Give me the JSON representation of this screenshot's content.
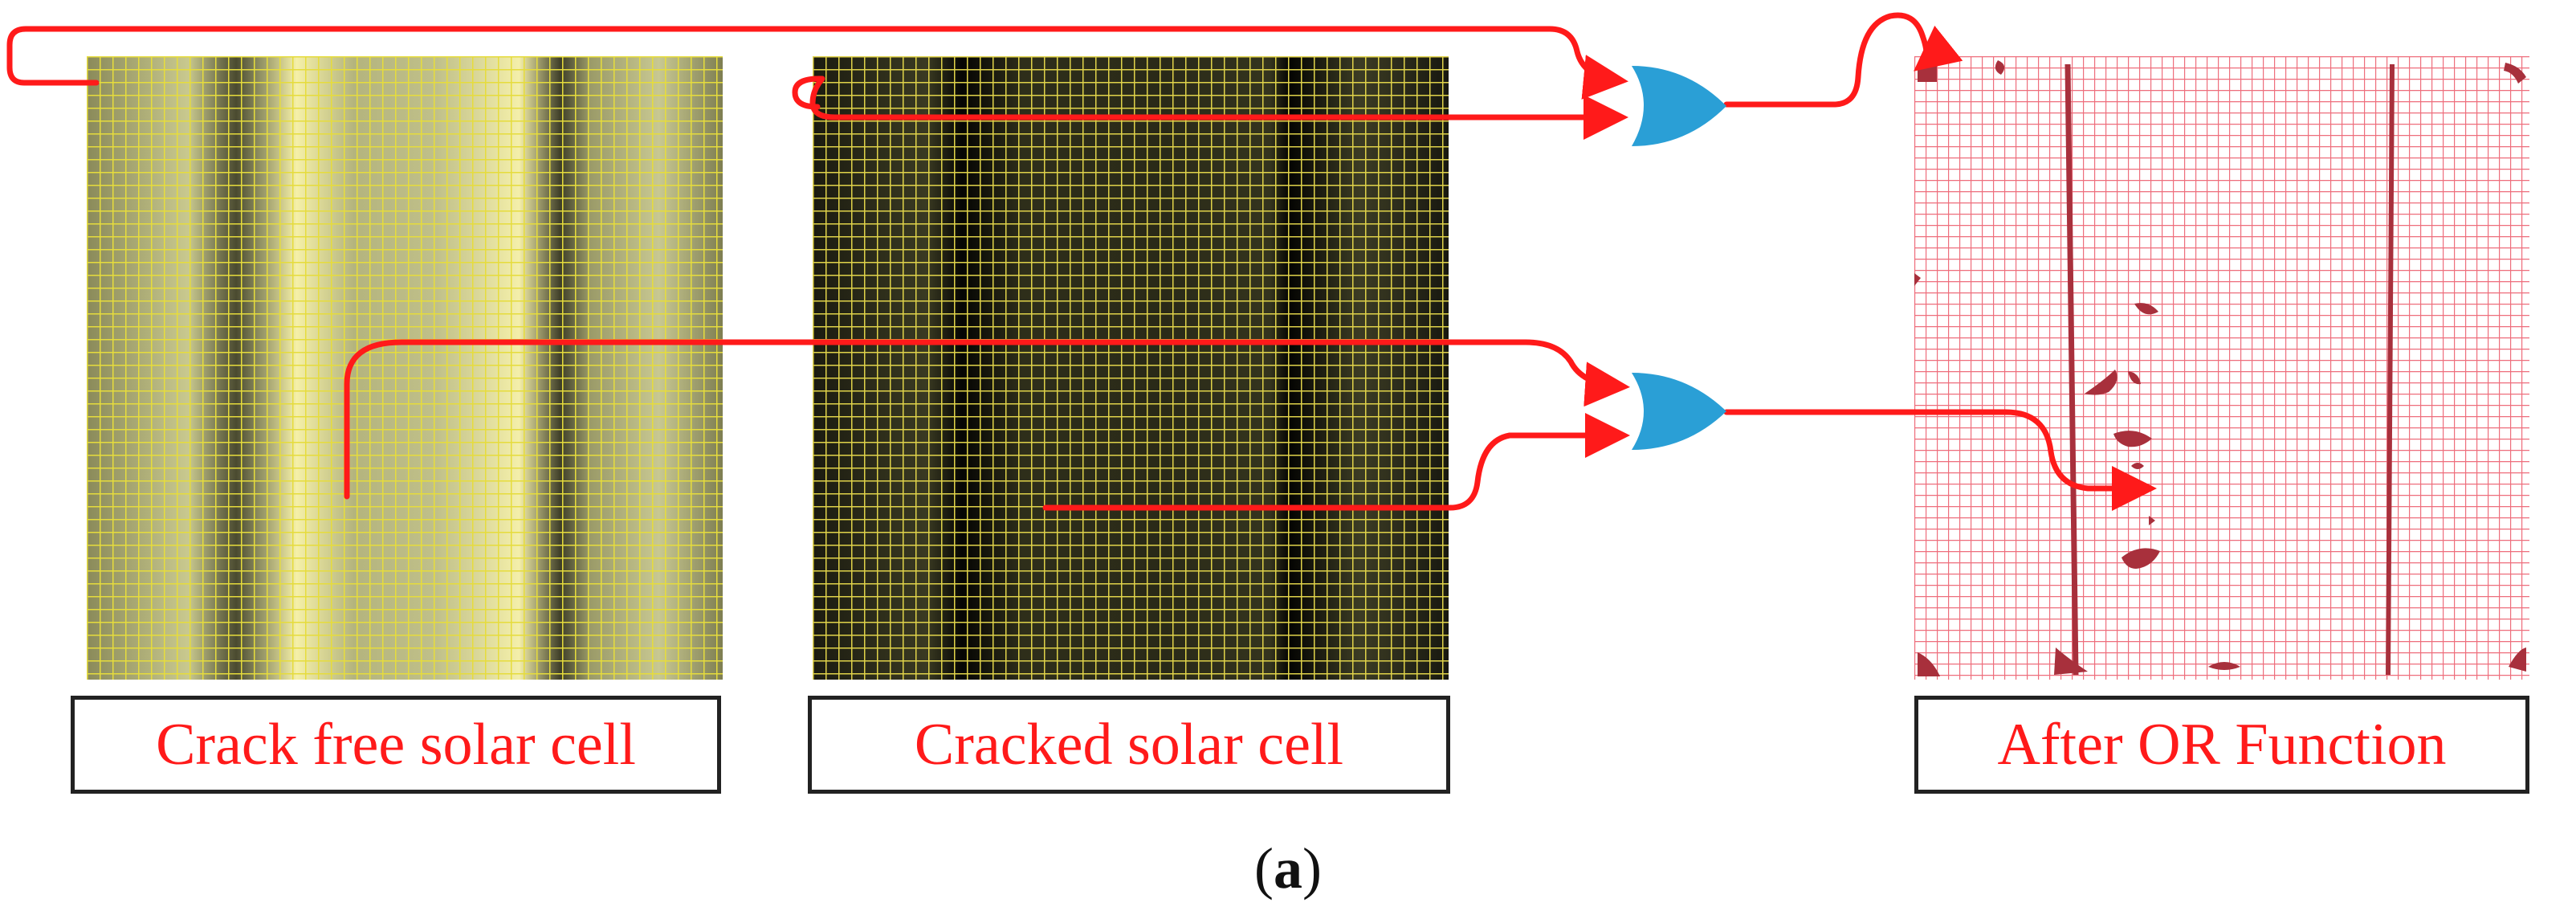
{
  "panels": [
    {
      "id": "crack-free",
      "label": "Crack free solar cell"
    },
    {
      "id": "cracked",
      "label": "Cracked solar cell"
    },
    {
      "id": "result",
      "label": "After OR Function"
    }
  ],
  "caption": {
    "open": "(",
    "letter": "a",
    "close": ")"
  },
  "colors": {
    "arrow": "#ff1a1a",
    "gate": "#2a9fd6",
    "label_text": "#ff1a1a",
    "crack_free_grid": "#e6dc3c",
    "cracked_grid": "#e0d34a",
    "result_grid": "#ee6e7c"
  },
  "gates": [
    {
      "type": "OR",
      "inputs": [
        "crack-free",
        "cracked"
      ],
      "output": "result"
    },
    {
      "type": "OR",
      "inputs": [
        "crack-free",
        "cracked"
      ],
      "output": "result"
    }
  ]
}
